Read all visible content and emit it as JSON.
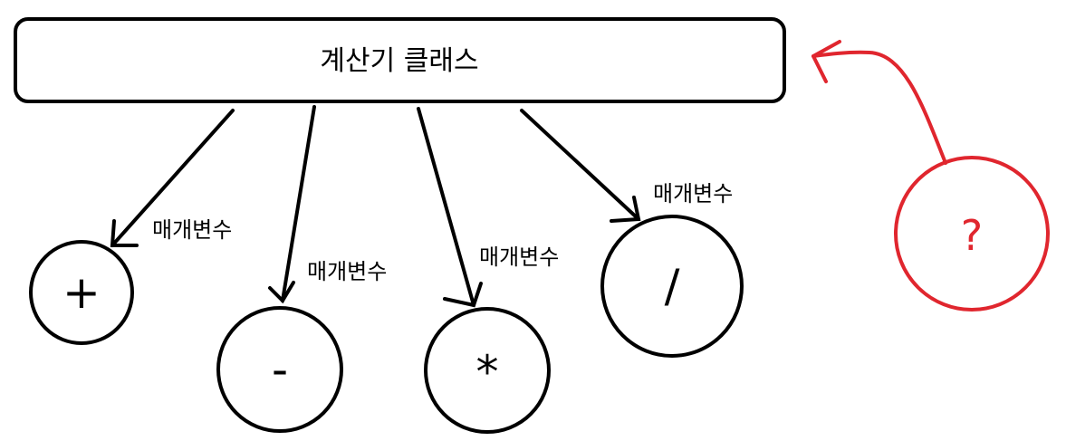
{
  "colors": {
    "ink": "#000000",
    "accent": "#e0262e",
    "background": "#ffffff"
  },
  "class_box": {
    "title": "계산기 클래스"
  },
  "operators": [
    {
      "symbol": "+",
      "param_label": "매개변수"
    },
    {
      "symbol": "-",
      "param_label": "매개변수"
    },
    {
      "symbol": "*",
      "param_label": "매개변수"
    },
    {
      "symbol": "/",
      "param_label": "매개변수"
    }
  ],
  "unknown": {
    "symbol": "?"
  }
}
